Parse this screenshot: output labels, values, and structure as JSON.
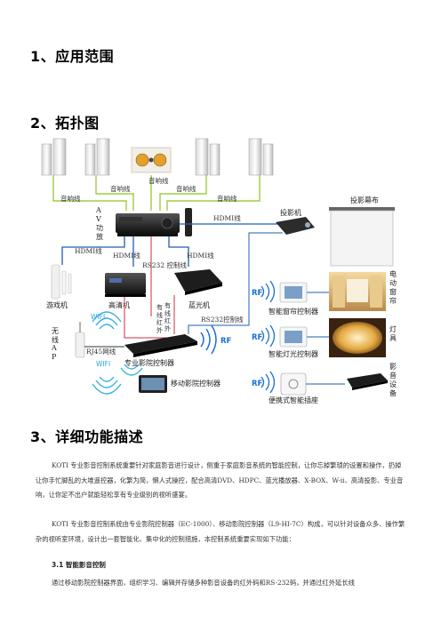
{
  "headings": {
    "h1": "1、应用范围",
    "h2": "2、拓扑图",
    "h3": "3、详细功能描述"
  },
  "topology": {
    "labels": {
      "speaker_line_center": "音响线",
      "speaker_line_left_top": "音响线",
      "speaker_line_left": "音响线",
      "speaker_line_right_top": "音响线",
      "speaker_line_right": "音响线",
      "av_amp": "AV功放",
      "hdmi_projector": "HDMI线",
      "projector": "投影机",
      "screen": "投影幕布",
      "hdmi_game": "HDMI线",
      "hdmi_hd": "HDMI线",
      "hdmi_bluray": "HDMI线",
      "rs232_control": "RS232 控制线",
      "game_console": "游戏机",
      "hd_player": "高清机",
      "bluray": "蓝光机",
      "ir_line_1": "有线红外",
      "ir_line_2": "有线红外",
      "rs232_line": "RS232控制线",
      "wireless_ap": "无线AP",
      "rj45": "RJ45网线",
      "wifi_1": "WIFI",
      "wifi_2": "WIFI",
      "av_controller": "专业影院控制器",
      "mobile_controller": "移动影院控制器",
      "rf_main": "RF",
      "rf_curtain": "RF",
      "rf_light": "RF",
      "rf_socket": "RF",
      "curtain_controller": "智能窗帘控制器",
      "light_controller": "智能灯光控制器",
      "smart_socket": "便携式智能插座",
      "electric_curtain": "电动窗帘",
      "lamp": "灯具",
      "av_equipment": "影音设备"
    },
    "colors": {
      "speaker_line": "#8fc31f",
      "hdmi_line": "#1f5fb5",
      "control_line": "#c8323c",
      "rf_wave": "#1a6fd1",
      "wifi_wave": "#39b3e0"
    }
  },
  "body": {
    "para1": "KOTI 专业影音控制系统重要针对家庭影音进行设计，侧重于家庭影音系统的智能控制，让你忘掉繁琐的设置和操作，扔掉让你手忙脚乱的大堆遥控器，化繁为简，懒人式操控，配合高清DVD、HDPC、蓝光播放器、X-BOX、W-ii、高清投影、专业音响，让你足不出户就能轻松享有专业级别的视听盛宴。",
    "para2": "KOTI 专业影音控制系统由专业影院控制器（EC-1000）、移动影院控制器（L9-HI-7C）构成，可以针对设备众多、操作繁杂的视听室环境，设计出一套智能化、集中化的控制措施，本控制系统重要实现如下功能：",
    "subheading": "3.1 智能影音控制",
    "para3": "通过移动影院控制器界面，组织学习、编辑并存储多种影音设备的红外码和RS-232码，并通过红外延长线"
  }
}
